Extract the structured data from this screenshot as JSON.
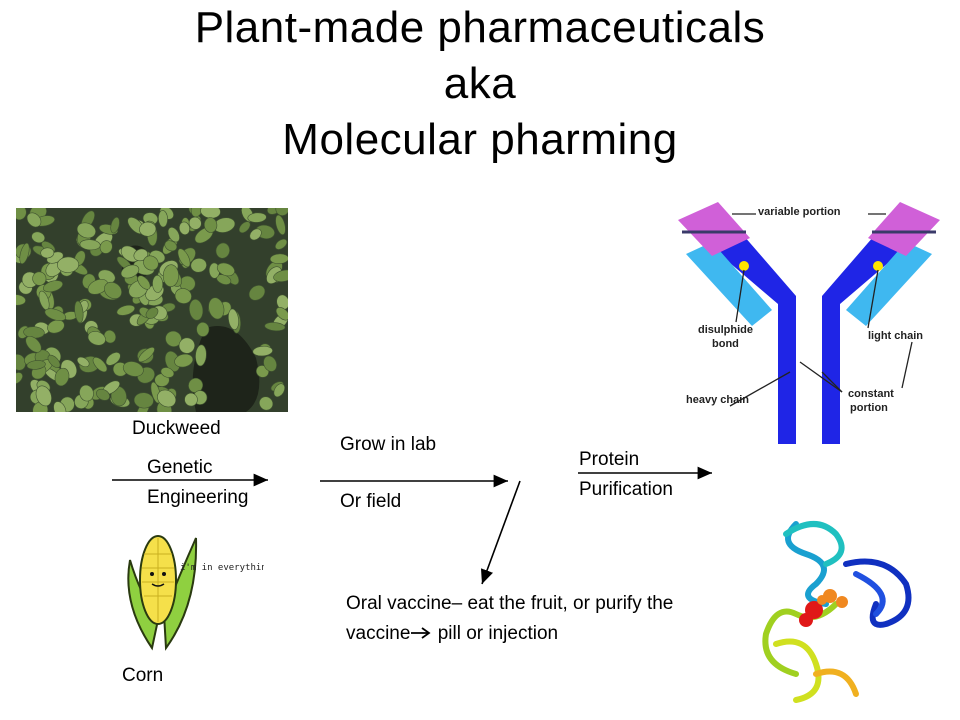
{
  "title": {
    "line1": "Plant-made pharmaceuticals",
    "line2": "aka",
    "line3": "Molecular pharming"
  },
  "labels": {
    "duckweed": "Duckweed",
    "genetic": "Genetic",
    "engineering": "Engineering",
    "grow_in_lab": "Grow in lab",
    "or_field": "Or field",
    "protein": "Protein",
    "purification": "Purification",
    "oral_line1": "Oral vaccine– eat the fruit, or purify the",
    "oral_line2_a": "vaccine",
    "oral_line2_b": " pill or injection",
    "corn": "Corn"
  },
  "antibody": {
    "variable_portion": "variable portion",
    "disulphide": "disulphide",
    "bond": "bond",
    "light_chain": "light chain",
    "heavy_chain": "heavy chain",
    "constant": "constant",
    "portion": "portion"
  },
  "corn_caption": "i'm in everything",
  "colors": {
    "duckweed_bg": "#33402c",
    "frond": "#7f9c52",
    "antibody_heavy": "#1f25e6",
    "antibody_light": "#3fb8f0",
    "antibody_variable": "#d060d8",
    "protein_red": "#e01818",
    "protein_orange": "#f08820"
  }
}
